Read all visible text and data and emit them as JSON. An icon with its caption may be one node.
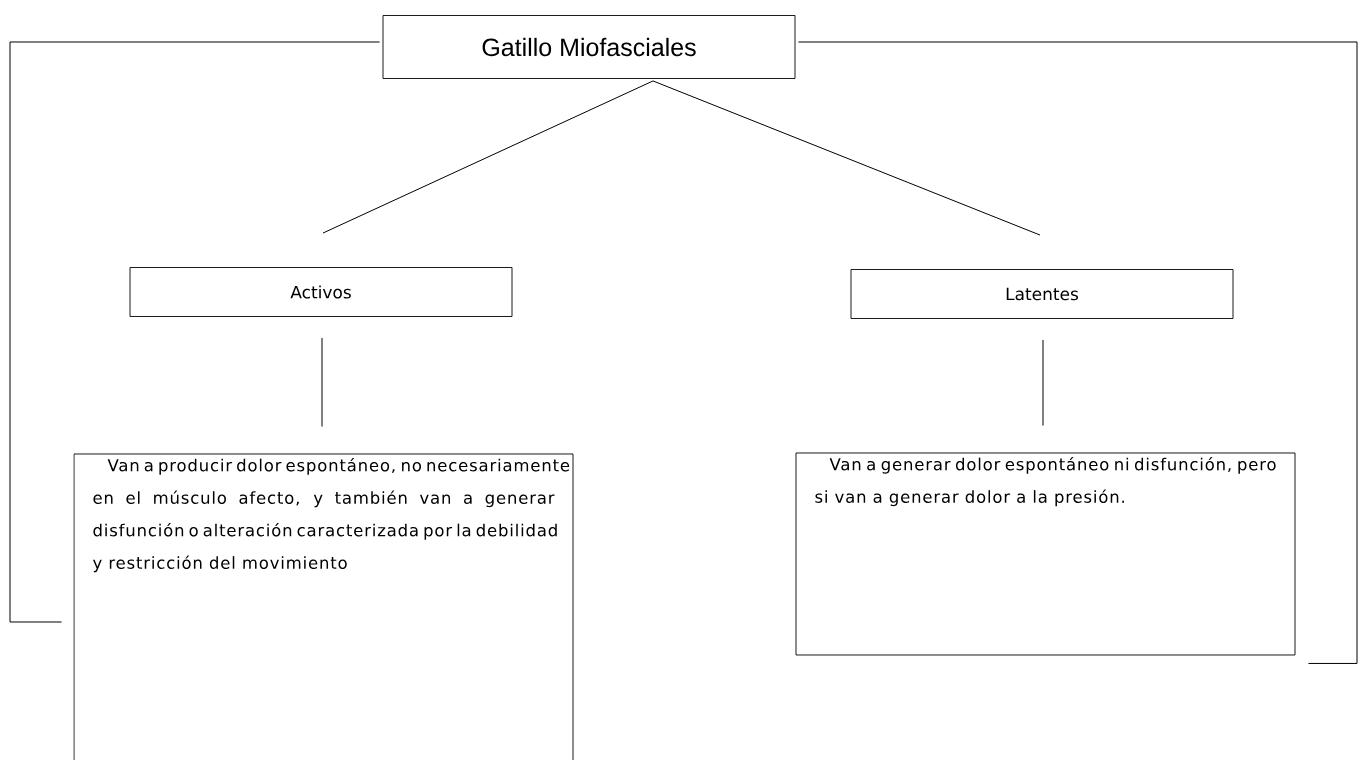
{
  "diagram": {
    "nodes": [
      {
        "text": [
          "Gatillo Miofasciales"
        ]
      },
      {
        "text": [
          "Activos"
        ]
      },
      {
        "text": [
          "Latentes"
        ]
      },
      {
        "text": [
          "Van a producir dolor espontáneo, no necesariamente en el músculo afecto, y también van a generar disfunción o alteración caracterizada por la debilidad y restricción del movimiento"
        ]
      },
      {
        "text": [
          "Van a generar dolor espontáneo ni disfunción, pero si van a generar dolor a la presión."
        ]
      }
    ],
    "edges": [
      {
        "from": 0,
        "to": 1,
        "arrow": "none"
      },
      {
        "from": 0,
        "to": 2,
        "arrow": "none"
      },
      {
        "from": 1,
        "to": 3,
        "arrow": "none"
      },
      {
        "from": 2,
        "to": 4,
        "arrow": "none"
      },
      {
        "from": 0,
        "to": 3,
        "arrow": "none"
      },
      {
        "from": 0,
        "to": 4,
        "arrow": "none"
      }
    ]
  }
}
